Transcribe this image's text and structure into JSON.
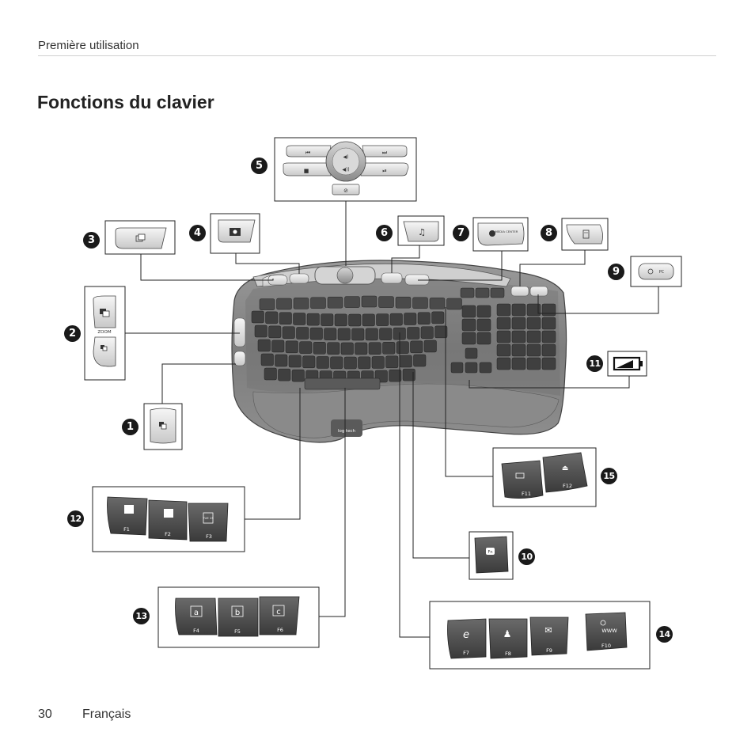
{
  "page": {
    "header": "Première utilisation",
    "title": "Fonctions du clavier",
    "page_number": "30",
    "language": "Français"
  },
  "callouts": [
    "1",
    "2",
    "3",
    "4",
    "5",
    "6",
    "7",
    "8",
    "9",
    "10",
    "11",
    "12",
    "13",
    "14",
    "15"
  ],
  "keys": {
    "zoom_label": "ZOOM",
    "f1": "F1",
    "f2": "F2",
    "f3": "F3",
    "f4": "F4",
    "f5": "F5",
    "f6": "F6",
    "f7": "F7",
    "f8": "F8",
    "f9": "F9",
    "f10": "F10",
    "f11": "F11",
    "f12": "F12",
    "letter_a": "a",
    "letter_b": "b",
    "letter_c": "c",
    "www": "WWW",
    "fn": "Fn",
    "pc": "PC",
    "media_center": "MEDIA CENTER",
    "calendar_day": "TUE 15"
  },
  "brand": {
    "logo": "logitech"
  },
  "icons": [
    "music-note-icon",
    "camera-icon",
    "folder-icon",
    "calculator-icon",
    "power-icon",
    "battery-icon",
    "word-icon",
    "excel-icon",
    "calendar-icon",
    "ie-icon",
    "messenger-icon",
    "folder-open-icon",
    "eject-icon",
    "zoom-in-icon",
    "zoom-out-icon",
    "rotate-icon",
    "prev-track-icon",
    "next-track-icon",
    "stop-icon",
    "play-pause-icon",
    "volume-down-icon",
    "volume-up-icon",
    "mute-icon"
  ]
}
